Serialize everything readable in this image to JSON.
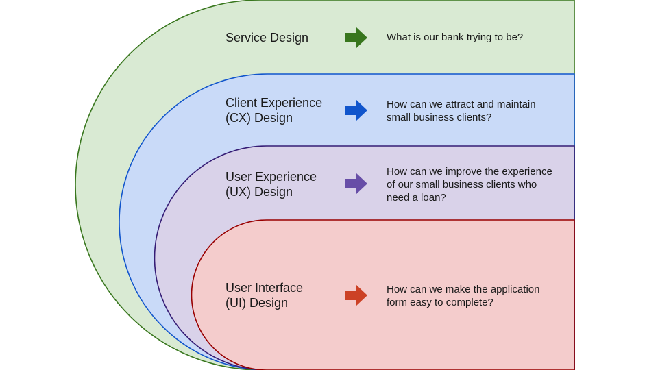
{
  "layers": [
    {
      "title_lines": [
        "Service Design"
      ],
      "question_lines": [
        "What is our bank trying to be?"
      ],
      "fill": "#d9ead3",
      "stroke": "#38761d",
      "arrow": "#38761d"
    },
    {
      "title_lines": [
        "Client Experience",
        "(CX) Design"
      ],
      "question_lines": [
        "How can we attract and maintain",
        "small business clients?"
      ],
      "fill": "#c9daf8",
      "stroke": "#1155cc",
      "arrow": "#1155cc"
    },
    {
      "title_lines": [
        "User Experience",
        "(UX) Design"
      ],
      "question_lines": [
        "How can we improve the experience",
        "of our small business clients who",
        "need a loan?"
      ],
      "fill": "#d9d2e9",
      "stroke": "#351c75",
      "arrow": "#674ea7"
    },
    {
      "title_lines": [
        "User Interface",
        "(UI) Design"
      ],
      "question_lines": [
        "How can we make the application",
        "form easy to complete?"
      ],
      "fill": "#f4cccc",
      "stroke": "#990000",
      "arrow": "#cc4125"
    }
  ]
}
